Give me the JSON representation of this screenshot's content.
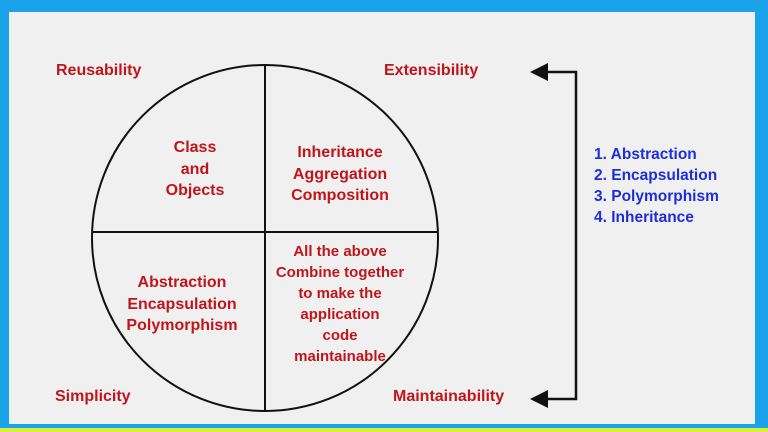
{
  "corners": {
    "top_left": "Reusability",
    "top_right": "Extensibility",
    "bottom_left": "Simplicity",
    "bottom_right": "Maintainability"
  },
  "quadrants": {
    "top_left": [
      "Class",
      "and",
      "Objects"
    ],
    "top_right": [
      "Inheritance",
      "Aggregation",
      "Composition"
    ],
    "bottom_left": [
      "Abstraction",
      "Encapsulation",
      "Polymorphism"
    ],
    "bottom_right": [
      "All the above",
      "Combine together",
      "to make the",
      "application",
      "code",
      "maintainable"
    ]
  },
  "pillars": [
    "1. Abstraction",
    "2. Encapsulation",
    "3. Polymorphism",
    "4. Inheritance"
  ],
  "colors": {
    "border": "#1aa3e8",
    "accent_strip": "#d6ef3a",
    "label_red": "#c0151a",
    "list_blue": "#1d2fd6"
  }
}
